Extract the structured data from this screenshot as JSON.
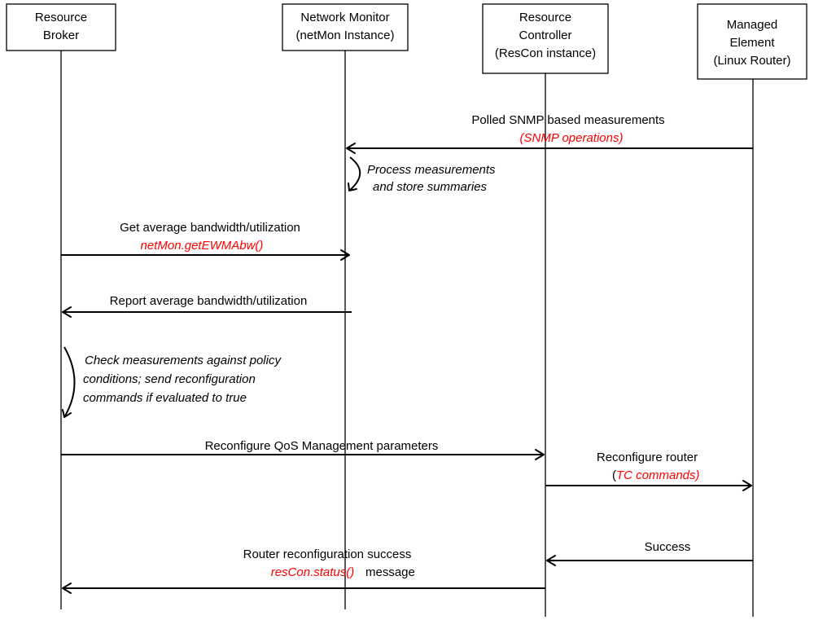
{
  "actors": [
    {
      "name": "Resource Broker",
      "lines": [
        "Resource",
        "Broker"
      ]
    },
    {
      "name": "Network Monitor",
      "lines": [
        "Network Monitor",
        "(netMon Instance)"
      ]
    },
    {
      "name": "Resource Controller",
      "lines": [
        "Resource",
        "Controller",
        "(ResCon instance)"
      ]
    },
    {
      "name": "Managed Element",
      "lines": [
        "Managed",
        "Element",
        "(Linux Router)"
      ]
    }
  ],
  "messages": {
    "snmp": {
      "label": "Polled SNMP based measurements",
      "call": "(SNMP operations)"
    },
    "process": {
      "line1": "Process measurements",
      "line2": "and store summaries"
    },
    "get_bw": {
      "label": "Get average bandwidth/utilization",
      "call": "netMon.getEWMAbw()"
    },
    "report_bw": {
      "label": "Report average bandwidth/utilization"
    },
    "check": {
      "line1": "Check measurements against policy",
      "line2": "conditions; send reconfiguration",
      "line3": "commands if evaluated to true"
    },
    "reconfig_qos": {
      "label": "Reconfigure QoS Management parameters"
    },
    "reconfig_router": {
      "label": "Reconfigure  router",
      "call_open": "(",
      "call": "TC commands)"
    },
    "success": {
      "label": "Success"
    },
    "router_success": {
      "label": "Router reconfiguration success",
      "call": "resCon.status()",
      "suffix": "message"
    }
  }
}
